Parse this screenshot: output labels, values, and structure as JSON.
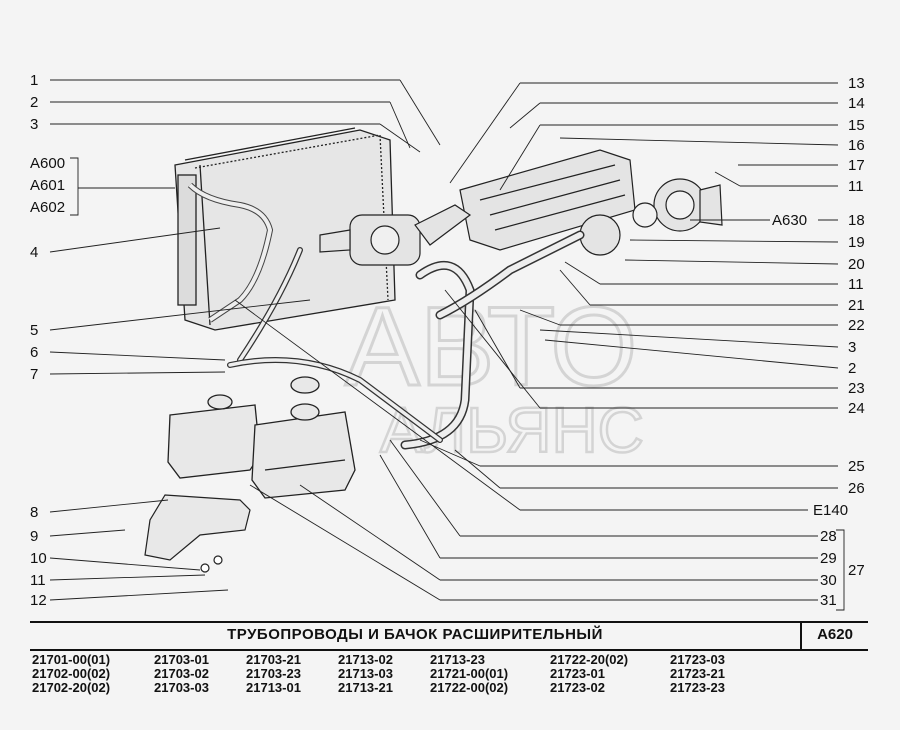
{
  "callouts_left": [
    "1",
    "2",
    "3",
    "4",
    "5",
    "6",
    "7",
    "8",
    "9",
    "10",
    "11",
    "12"
  ],
  "callouts_right": [
    "13",
    "14",
    "15",
    "16",
    "17",
    "11",
    "18",
    "19",
    "20",
    "11",
    "21",
    "22",
    "3",
    "2",
    "23",
    "24",
    "25",
    "26",
    "E140",
    "28",
    "29",
    "30",
    "31"
  ],
  "bracket_left": [
    "A600",
    "A601",
    "A602"
  ],
  "group_27": "27",
  "ref_a630": "A630",
  "watermark_line1": "АВТО",
  "watermark_line2": "АЛЬЯНС",
  "title": "ТРУБОПРОВОДЫ  И  БАЧОК  РАСШИРИТЕЛЬНЫЙ",
  "code": "A620",
  "models": [
    "21701-00(01)",
    "21703-01",
    "21703-21",
    "21713-02",
    "21713-23",
    "21722-20(02)",
    "21723-03",
    "21702-00(02)",
    "21703-02",
    "21703-23",
    "21713-03",
    "21721-00(01)",
    "21723-01",
    "21723-21",
    "21702-20(02)",
    "21703-03",
    "21713-01",
    "21713-21",
    "21722-00(02)",
    "21723-02",
    "21723-23"
  ],
  "colors": {
    "ink": "#111111",
    "background": "#f4f4f4",
    "watermark": "#9a9a9a"
  }
}
